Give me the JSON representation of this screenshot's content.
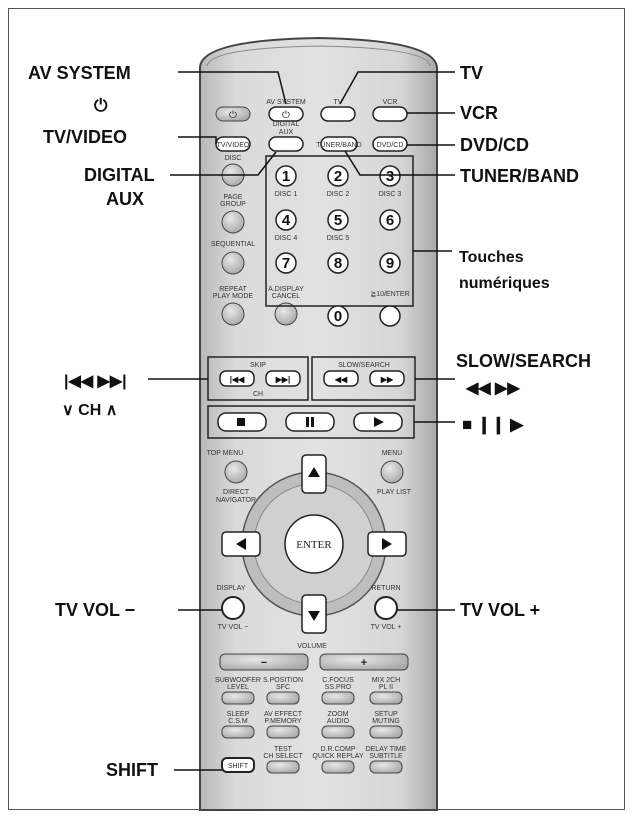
{
  "callouts": {
    "av_system": "AV SYSTEM",
    "power_symbol": "⏻",
    "tv_video": "TV/VIDEO",
    "digital": "DIGITAL",
    "aux": "AUX",
    "skip_arrows": "|◀◀  ▶▶|",
    "ch": "∨ CH ∧",
    "tv_vol_minus": "TV VOL  −",
    "shift": "SHIFT",
    "tv": "TV",
    "vcr": "VCR",
    "dvd_cd": "DVD/CD",
    "tuner_band": "TUNER/BAND",
    "touches_1": "Touches",
    "touches_2": "numériques",
    "slow_search": "SLOW/SEARCH",
    "slow_arrows": "◀◀   ▶▶",
    "transport": "■  ❙❙  ▶",
    "tv_vol_plus": "TV VOL  +"
  },
  "remote": {
    "top_row": [
      "AV SYSTEM",
      "TV",
      "VCR"
    ],
    "second_row": [
      "TV/VIDEO",
      "DIGITAL",
      "AUX",
      "TUNER/BAND",
      "DVD/CD"
    ],
    "left_col": [
      "DISC",
      "PAGE",
      "GROUP",
      "SEQUENTIAL",
      "REPEAT",
      "PLAY MODE",
      "A.DISPLAY",
      "CANCEL"
    ],
    "digits": [
      "1",
      "2",
      "3",
      "4",
      "5",
      "6",
      "7",
      "8",
      "9",
      "0"
    ],
    "disc_labels": [
      "DISC 1",
      "DISC 2",
      "DISC 3",
      "DISC 4",
      "DISC 5"
    ],
    "enter_10": "≧10/ENTER",
    "skip": "SKIP",
    "ch_small": "CH",
    "slow_search": "SLOW/SEARCH",
    "top_menu": "TOP MENU",
    "menu": "MENU",
    "direct": "DIRECT",
    "navigator": "NAVIGATOR",
    "play_list": "PLAY LIST",
    "enter": "ENTER",
    "display": "DISPLAY",
    "return": "RETURN",
    "tv_vol_minus": "TV VOL −",
    "tv_vol_plus": "TV VOL +",
    "volume": "VOLUME",
    "minus": "−",
    "plus": "+",
    "grid_row1": [
      "SUBWOOFER",
      "LEVEL",
      "S.POSITION",
      "SFC",
      "C.FOCUS",
      "SS.PRO",
      "MIX 2CH",
      "PL II"
    ],
    "grid_row2": [
      "SLEEP",
      "C.S.M",
      "AV EFFECT",
      "P.MEMORY",
      "ZOOM",
      "AUDIO",
      "SETUP",
      "MUTING"
    ],
    "grid_row3": [
      "SHIFT",
      "TEST",
      "CH SELECT",
      "D.R.COMP",
      "QUICK REPLAY",
      "DELAY TIME",
      "SUBTITLE"
    ]
  },
  "colors": {
    "remote_body": "#d5d5d5",
    "remote_edge": "#444444",
    "button": "#c2c2c2",
    "white_button": "#ffffff",
    "line": "#111111"
  }
}
